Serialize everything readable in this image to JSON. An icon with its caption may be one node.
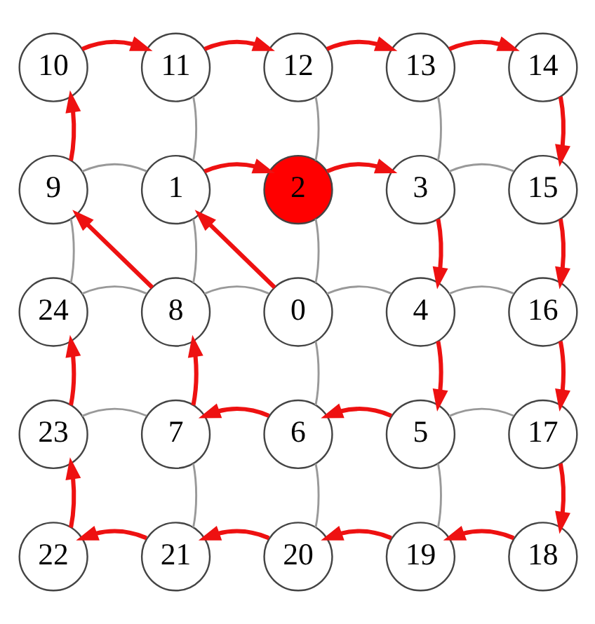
{
  "diagram": {
    "nodes": [
      {
        "text": [
          "10"
        ]
      },
      {
        "text": [
          "11"
        ]
      },
      {
        "text": [
          "12"
        ]
      },
      {
        "text": [
          "13"
        ]
      },
      {
        "text": [
          "14"
        ]
      },
      {
        "text": [
          "9"
        ]
      },
      {
        "text": [
          "1"
        ]
      },
      {
        "text": [
          "2"
        ]
      },
      {
        "text": [
          "3"
        ]
      },
      {
        "text": [
          "15"
        ]
      },
      {
        "text": [
          "24"
        ]
      },
      {
        "text": [
          "8"
        ]
      },
      {
        "text": [
          "0"
        ]
      },
      {
        "text": [
          "4"
        ]
      },
      {
        "text": [
          "16"
        ]
      },
      {
        "text": [
          "23"
        ]
      },
      {
        "text": [
          "7"
        ]
      },
      {
        "text": [
          "6"
        ]
      },
      {
        "text": [
          "5"
        ]
      },
      {
        "text": [
          "17"
        ]
      },
      {
        "text": [
          "22"
        ]
      },
      {
        "text": [
          "21"
        ]
      },
      {
        "text": [
          "20"
        ]
      },
      {
        "text": [
          "19"
        ]
      },
      {
        "text": [
          "18"
        ]
      }
    ],
    "edges": [
      {
        "from": 0,
        "to": 1,
        "arrow": "to"
      },
      {
        "from": 1,
        "to": 2,
        "arrow": "to"
      },
      {
        "from": 2,
        "to": 3,
        "arrow": "to"
      },
      {
        "from": 3,
        "to": 4,
        "arrow": "to"
      },
      {
        "from": 4,
        "to": 9,
        "arrow": "to"
      },
      {
        "from": 9,
        "to": 14,
        "arrow": "to"
      },
      {
        "from": 14,
        "to": 19,
        "arrow": "to"
      },
      {
        "from": 19,
        "to": 24,
        "arrow": "to"
      },
      {
        "from": 24,
        "to": 23,
        "arrow": "to"
      },
      {
        "from": 23,
        "to": 22,
        "arrow": "to"
      },
      {
        "from": 22,
        "to": 21,
        "arrow": "to"
      },
      {
        "from": 21,
        "to": 20,
        "arrow": "to"
      },
      {
        "from": 20,
        "to": 15,
        "arrow": "to"
      },
      {
        "from": 15,
        "to": 10,
        "arrow": "to"
      },
      {
        "from": 5,
        "to": 0,
        "arrow": "to"
      },
      {
        "from": 11,
        "to": 5,
        "arrow": "to"
      },
      {
        "from": 12,
        "to": 6,
        "arrow": "to"
      },
      {
        "from": 6,
        "to": 7,
        "arrow": "to"
      },
      {
        "from": 7,
        "to": 8,
        "arrow": "to"
      },
      {
        "from": 8,
        "to": 13,
        "arrow": "to"
      },
      {
        "from": 13,
        "to": 18,
        "arrow": "to"
      },
      {
        "from": 18,
        "to": 17,
        "arrow": "to"
      },
      {
        "from": 17,
        "to": 16,
        "arrow": "to"
      },
      {
        "from": 16,
        "to": 11,
        "arrow": "to"
      },
      {
        "from": 1,
        "to": 6,
        "arrow": "none",
        "color": "#999999"
      },
      {
        "from": 2,
        "to": 7,
        "arrow": "none",
        "color": "#999999"
      },
      {
        "from": 3,
        "to": 8,
        "arrow": "none",
        "color": "#999999"
      },
      {
        "from": 5,
        "to": 6,
        "arrow": "none",
        "color": "#999999"
      },
      {
        "from": 8,
        "to": 9,
        "arrow": "none",
        "color": "#999999"
      },
      {
        "from": 5,
        "to": 10,
        "arrow": "none",
        "color": "#999999"
      },
      {
        "from": 6,
        "to": 11,
        "arrow": "none",
        "color": "#999999"
      },
      {
        "from": 7,
        "to": 12,
        "arrow": "none",
        "color": "#999999"
      },
      {
        "from": 10,
        "to": 11,
        "arrow": "none",
        "color": "#999999"
      },
      {
        "from": 11,
        "to": 12,
        "arrow": "none",
        "color": "#999999"
      },
      {
        "from": 12,
        "to": 13,
        "arrow": "none",
        "color": "#999999"
      },
      {
        "from": 13,
        "to": 14,
        "arrow": "none",
        "color": "#999999"
      },
      {
        "from": 12,
        "to": 17,
        "arrow": "none",
        "color": "#999999"
      },
      {
        "from": 15,
        "to": 16,
        "arrow": "none",
        "color": "#999999"
      },
      {
        "from": 18,
        "to": 19,
        "arrow": "none",
        "color": "#999999"
      },
      {
        "from": 16,
        "to": 21,
        "arrow": "none",
        "color": "#999999"
      },
      {
        "from": 17,
        "to": 22,
        "arrow": "none",
        "color": "#999999"
      },
      {
        "from": 18,
        "to": 23,
        "arrow": "none",
        "color": "#999999"
      }
    ]
  }
}
